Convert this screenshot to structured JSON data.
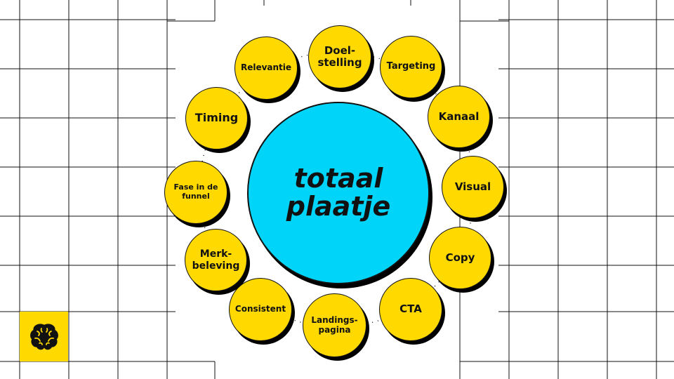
{
  "center": {
    "line1": "totaal",
    "line2": "plaatje"
  },
  "nodes": [
    "Doel-\nstelling",
    "Targeting",
    "Kanaal",
    "Visual",
    "Copy",
    "CTA",
    "Landings-\npagina",
    "Consistent",
    "Merk-\nbeleving",
    "Fase in de\nfunnel",
    "Timing",
    "Relevantie"
  ],
  "colors": {
    "node": "#ffd900",
    "center": "#00d5f9",
    "line": "#111111"
  },
  "icon": "brain-icon"
}
